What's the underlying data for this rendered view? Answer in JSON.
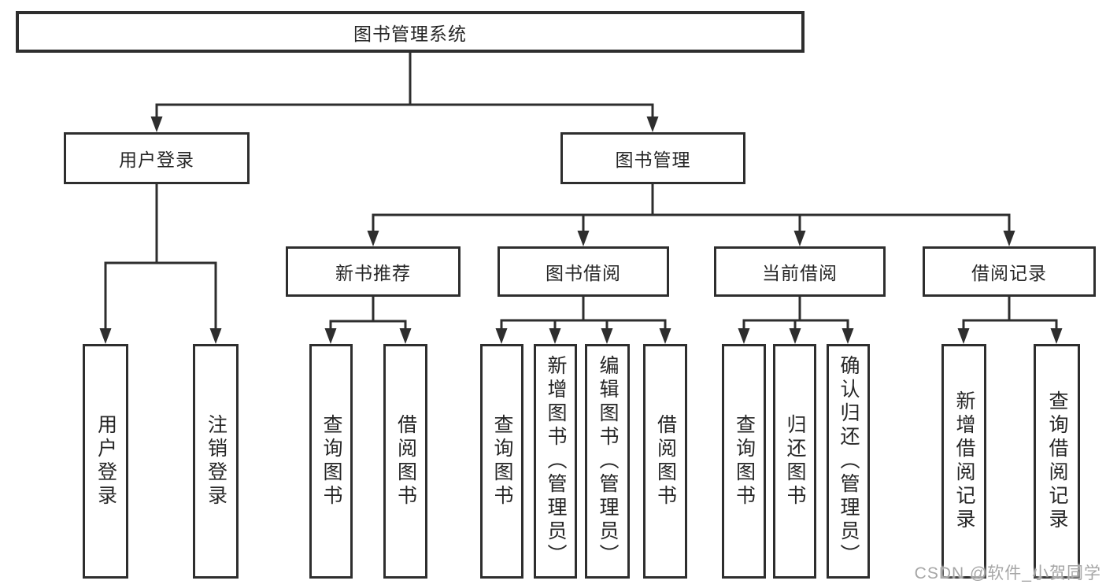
{
  "watermark": {
    "text": "CSDN @软件_小贺同学"
  },
  "colors": {
    "line": "#2e2e2e",
    "text": "#262626",
    "watermark": "#a6a6a6",
    "background": "#ffffff"
  },
  "tree": {
    "label": "图书管理系统",
    "children": [
      {
        "label": "用户登录",
        "children": [
          {
            "label": "用户登录"
          },
          {
            "label": "注销登录"
          }
        ]
      },
      {
        "label": "图书管理",
        "children": [
          {
            "label": "新书推荐",
            "children": [
              {
                "label": "查询图书"
              },
              {
                "label": "借阅图书"
              }
            ]
          },
          {
            "label": "图书借阅",
            "children": [
              {
                "label": "查询图书"
              },
              {
                "label": "新增图书（管理员）"
              },
              {
                "label": "编辑图书（管理员）"
              },
              {
                "label": "借阅图书"
              }
            ]
          },
          {
            "label": "当前借阅",
            "children": [
              {
                "label": "查询图书"
              },
              {
                "label": "归还图书"
              },
              {
                "label": "确认归还（管理员）"
              }
            ]
          },
          {
            "label": "借阅记录",
            "children": [
              {
                "label": "新增借阅记录"
              },
              {
                "label": "查询借阅记录"
              }
            ]
          }
        ]
      }
    ]
  }
}
